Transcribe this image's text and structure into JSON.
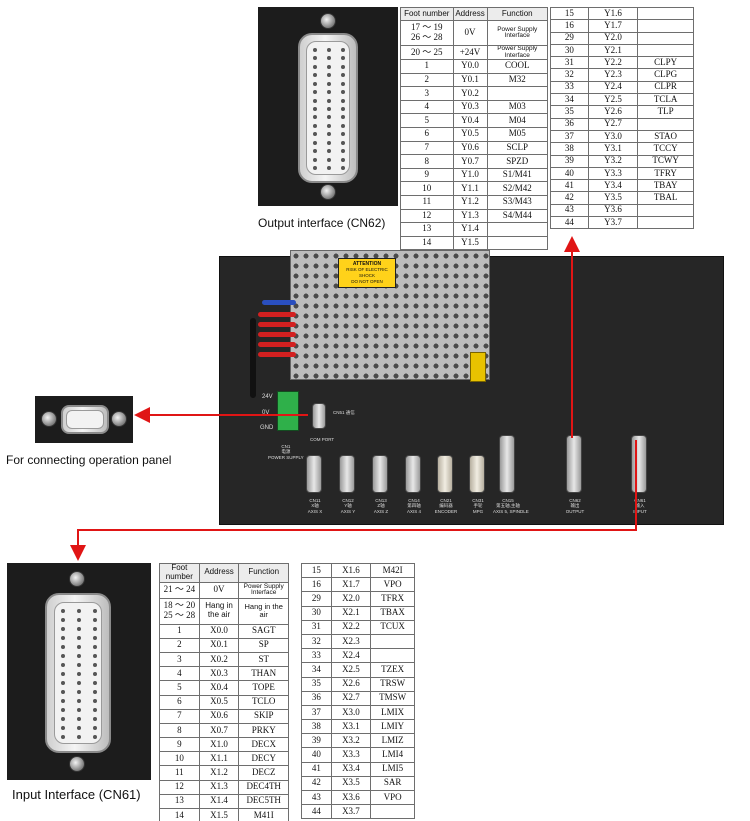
{
  "captions": {
    "output": "Output interface (CN62)",
    "operation_panel": "For connecting operation panel",
    "input": "Input Interface (CN61)"
  },
  "output_table": {
    "headers": [
      "Foot number",
      "Address",
      "Function"
    ],
    "special_rows": [
      {
        "foot": [
          "17 ～ 19",
          "26 ～ 28"
        ],
        "address": "0V",
        "function": "Power Supply Interface"
      },
      {
        "foot": [
          "20 ～ 25"
        ],
        "address": "+24V",
        "function": "Power Supply Interface"
      }
    ],
    "left_rows": [
      {
        "foot": "1",
        "address": "Y0.0",
        "function": "COOL"
      },
      {
        "foot": "2",
        "address": "Y0.1",
        "function": "M32"
      },
      {
        "foot": "3",
        "address": "Y0.2",
        "function": ""
      },
      {
        "foot": "4",
        "address": "Y0.3",
        "function": "M03"
      },
      {
        "foot": "5",
        "address": "Y0.4",
        "function": "M04"
      },
      {
        "foot": "6",
        "address": "Y0.5",
        "function": "M05"
      },
      {
        "foot": "7",
        "address": "Y0.6",
        "function": "SCLP"
      },
      {
        "foot": "8",
        "address": "Y0.7",
        "function": "SPZD"
      },
      {
        "foot": "9",
        "address": "Y1.0",
        "function": "S1/M41"
      },
      {
        "foot": "10",
        "address": "Y1.1",
        "function": "S2/M42"
      },
      {
        "foot": "11",
        "address": "Y1.2",
        "function": "S3/M43"
      },
      {
        "foot": "12",
        "address": "Y1.3",
        "function": "S4/M44"
      },
      {
        "foot": "13",
        "address": "Y1.4",
        "function": ""
      },
      {
        "foot": "14",
        "address": "Y1.5",
        "function": ""
      }
    ],
    "right_rows": [
      {
        "foot": "15",
        "address": "Y1.6",
        "function": ""
      },
      {
        "foot": "16",
        "address": "Y1.7",
        "function": ""
      },
      {
        "foot": "29",
        "address": "Y2.0",
        "function": ""
      },
      {
        "foot": "30",
        "address": "Y2.1",
        "function": ""
      },
      {
        "foot": "31",
        "address": "Y2.2",
        "function": "CLPY"
      },
      {
        "foot": "32",
        "address": "Y2.3",
        "function": "CLPG"
      },
      {
        "foot": "33",
        "address": "Y2.4",
        "function": "CLPR"
      },
      {
        "foot": "34",
        "address": "Y2.5",
        "function": "TCLA"
      },
      {
        "foot": "35",
        "address": "Y2.6",
        "function": "TLP"
      },
      {
        "foot": "36",
        "address": "Y2.7",
        "function": ""
      },
      {
        "foot": "37",
        "address": "Y3.0",
        "function": "STAO"
      },
      {
        "foot": "38",
        "address": "Y3.1",
        "function": "TCCY"
      },
      {
        "foot": "39",
        "address": "Y3.2",
        "function": "TCWY"
      },
      {
        "foot": "40",
        "address": "Y3.3",
        "function": "TFRY"
      },
      {
        "foot": "41",
        "address": "Y3.4",
        "function": "TBAY"
      },
      {
        "foot": "42",
        "address": "Y3.5",
        "function": "TBAL"
      },
      {
        "foot": "43",
        "address": "Y3.6",
        "function": ""
      },
      {
        "foot": "44",
        "address": "Y3.7",
        "function": ""
      }
    ]
  },
  "input_table": {
    "headers": [
      "Foot number",
      "Address",
      "Function"
    ],
    "special_rows": [
      {
        "foot": [
          "21 ～ 24"
        ],
        "address": "0V",
        "function": "Power Supply Interface"
      },
      {
        "foot": [
          "18 ～ 20",
          "25 ～ 28"
        ],
        "address": "Hang in the air",
        "function": "Hang in the air"
      }
    ],
    "left_rows": [
      {
        "foot": "1",
        "address": "X0.0",
        "function": "SAGT"
      },
      {
        "foot": "2",
        "address": "X0.1",
        "function": "SP"
      },
      {
        "foot": "3",
        "address": "X0.2",
        "function": "ST"
      },
      {
        "foot": "4",
        "address": "X0.3",
        "function": "THAN"
      },
      {
        "foot": "5",
        "address": "X0.4",
        "function": "TOPE"
      },
      {
        "foot": "6",
        "address": "X0.5",
        "function": "TCLO"
      },
      {
        "foot": "7",
        "address": "X0.6",
        "function": "SKIP"
      },
      {
        "foot": "8",
        "address": "X0.7",
        "function": "PRKY"
      },
      {
        "foot": "9",
        "address": "X1.0",
        "function": "DECX"
      },
      {
        "foot": "10",
        "address": "X1.1",
        "function": "DECY"
      },
      {
        "foot": "11",
        "address": "X1.2",
        "function": "DECZ"
      },
      {
        "foot": "12",
        "address": "X1.3",
        "function": "DEC4TH"
      },
      {
        "foot": "13",
        "address": "X1.4",
        "function": "DEC5TH"
      },
      {
        "foot": "14",
        "address": "X1.5",
        "function": "M41I"
      }
    ],
    "right_rows": [
      {
        "foot": "15",
        "address": "X1.6",
        "function": "M42I"
      },
      {
        "foot": "16",
        "address": "X1.7",
        "function": "VPO"
      },
      {
        "foot": "29",
        "address": "X2.0",
        "function": "TFRX"
      },
      {
        "foot": "30",
        "address": "X2.1",
        "function": "TBAX"
      },
      {
        "foot": "31",
        "address": "X2.2",
        "function": "TCUX"
      },
      {
        "foot": "32",
        "address": "X2.3",
        "function": ""
      },
      {
        "foot": "33",
        "address": "X2.4",
        "function": ""
      },
      {
        "foot": "34",
        "address": "X2.5",
        "function": "TZEX"
      },
      {
        "foot": "35",
        "address": "X2.6",
        "function": "TRSW"
      },
      {
        "foot": "36",
        "address": "X2.7",
        "function": "TMSW"
      },
      {
        "foot": "37",
        "address": "X3.0",
        "function": "LMIX"
      },
      {
        "foot": "38",
        "address": "X3.1",
        "function": "LMIY"
      },
      {
        "foot": "39",
        "address": "X3.2",
        "function": "LMIZ"
      },
      {
        "foot": "40",
        "address": "X3.3",
        "function": "LMI4"
      },
      {
        "foot": "41",
        "address": "X3.4",
        "function": "LMI5"
      },
      {
        "foot": "42",
        "address": "X3.5",
        "function": "SAR"
      },
      {
        "foot": "43",
        "address": "X3.6",
        "function": "VPO"
      },
      {
        "foot": "44",
        "address": "X3.7",
        "function": ""
      }
    ]
  },
  "device": {
    "psu_warning": [
      "ATTENTION",
      "RISK OF ELECTRIC SHOCK",
      "DO NOT OPEN"
    ],
    "psu_label_1": "CN1",
    "psu_label_2": "电源",
    "psu_label_3": "POWER SUPPLY",
    "terminal_labels": [
      "24V",
      "0V",
      "GND"
    ],
    "com_port": {
      "label": "CN51",
      "label_2": "通信",
      "sub": "COM PORT"
    },
    "ports": [
      {
        "label": "CN11",
        "label_2": "X轴",
        "sub": "AXIS X"
      },
      {
        "label": "CN12",
        "label_2": "Y轴",
        "sub": "AXIS Y"
      },
      {
        "label": "CN13",
        "label_2": "Z轴",
        "sub": "AXIS Z"
      },
      {
        "label": "CN14",
        "label_2": "第四轴",
        "sub": "AXIS 4"
      },
      {
        "label": "CN21",
        "label_2": "编码器",
        "sub": "ENCODER"
      },
      {
        "label": "CN31",
        "label_2": "手轮",
        "sub": "MPG"
      },
      {
        "label": "CN15",
        "label_2": "第五轴,主轴",
        "sub": "AXIS 5, SPINDLE"
      },
      {
        "label": "CN62",
        "label_2": "输出",
        "sub": "OUTPUT"
      },
      {
        "label": "CN61",
        "label_2": "输入",
        "sub": "INPUT"
      }
    ]
  },
  "colors": {
    "arrow": "#e01515",
    "panel": "#262626",
    "photo_bg": "#1c1c1c"
  }
}
